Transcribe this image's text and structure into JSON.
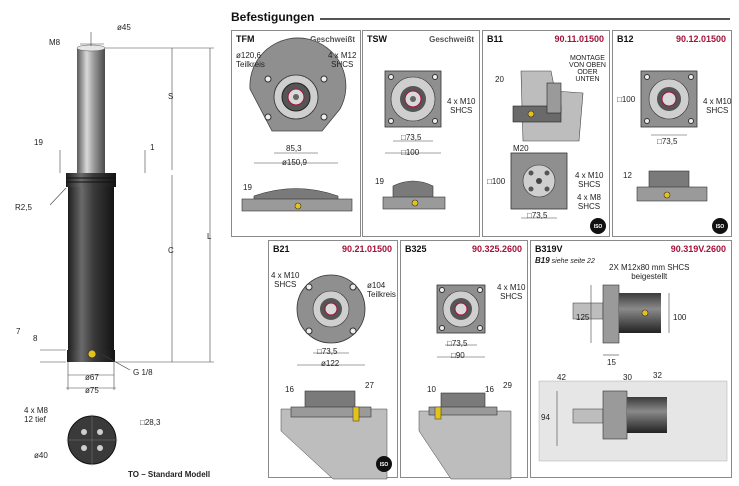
{
  "heading": "Befestigungen",
  "cylinder": {
    "dim_top_diameter": "ø45",
    "dim_thread_top": "M8",
    "dim_stroke": "S",
    "dim_19": "19",
    "dim_1": "1",
    "dim_radius": "R2,5",
    "dim_c": "C",
    "dim_l": "L",
    "dim_7": "7",
    "dim_8": "8",
    "dim_port": "G 1/8",
    "dim_67": "ø67",
    "dim_75": "ø75",
    "bottom_threads_line1": "4 x M8",
    "bottom_threads_line2": "12 tief",
    "bottom_square": "□28,3",
    "bottom_diameter": "ø40",
    "caption": "TO – Standard Modell"
  },
  "panels": {
    "tfm": {
      "title": "TFM",
      "note": "Geschweißt",
      "circle_dia": "ø120,6",
      "circle_label": "Teilkreis",
      "screws_line1": "4 x M12",
      "screws_line2": "SHCS",
      "dim_85": "85,3",
      "dim_150": "ø150,9",
      "dim_19": "19"
    },
    "tsw": {
      "title": "TSW",
      "note": "Geschweißt",
      "screws_line1": "4 x M10",
      "screws_line2": "SHCS",
      "dim_73": "□73,5",
      "dim_100": "□100",
      "dim_19": "19"
    },
    "b11": {
      "title": "B11",
      "code": "90.11.01500",
      "mount_line1": "MONTAGE",
      "mount_line2": "VON OBEN",
      "mount_line3": "ODER",
      "mount_line4": "UNTEN",
      "dim_20": "20",
      "dim_m20": "M20",
      "dim_100": "□100",
      "screws_a_line1": "4 x M10",
      "screws_a_line2": "SHCS",
      "screws_b_line1": "4 x M8",
      "screws_b_line2": "SHCS",
      "dim_73": "□73,5"
    },
    "b12": {
      "title": "B12",
      "code": "90.12.01500",
      "dim_100": "□100",
      "screws_line1": "4 x M10",
      "screws_line2": "SHCS",
      "dim_73": "□73,5",
      "dim_12": "12"
    },
    "b21": {
      "title": "B21",
      "code": "90.21.01500",
      "screws_line1": "4 x M10",
      "screws_line2": "SHCS",
      "circle_dia": "ø104",
      "circle_label": "Teilkreis",
      "dim_73": "□73,5",
      "dim_122": "ø122",
      "dim_16": "16",
      "dim_27": "27"
    },
    "b325": {
      "title": "B325",
      "code": "90.325.2600",
      "screws_line1": "4 x M10",
      "screws_line2": "SHCS",
      "dim_73": "□73,5",
      "dim_90": "□90",
      "dim_10": "10",
      "dim_16": "16",
      "dim_29": "29"
    },
    "b319v": {
      "title": "B319V",
      "code": "90.319V.2600",
      "subtitle_code": "B19",
      "subtitle_text": "siehe seite 22",
      "note_line1": "2X M12x80 mm SHCS",
      "note_line2": "beigestellt",
      "dim_125": "125",
      "dim_100": "100",
      "dim_15": "15",
      "dim_42": "42",
      "dim_30": "30",
      "dim_32": "32",
      "dim_94": "94"
    }
  },
  "iso_badge": "ISO",
  "colors": {
    "code_red": "#a3123a",
    "body_dark": "#3e3e3e",
    "plate_gray": "#8f8f8f",
    "port_yellow": "#e4c21a"
  }
}
